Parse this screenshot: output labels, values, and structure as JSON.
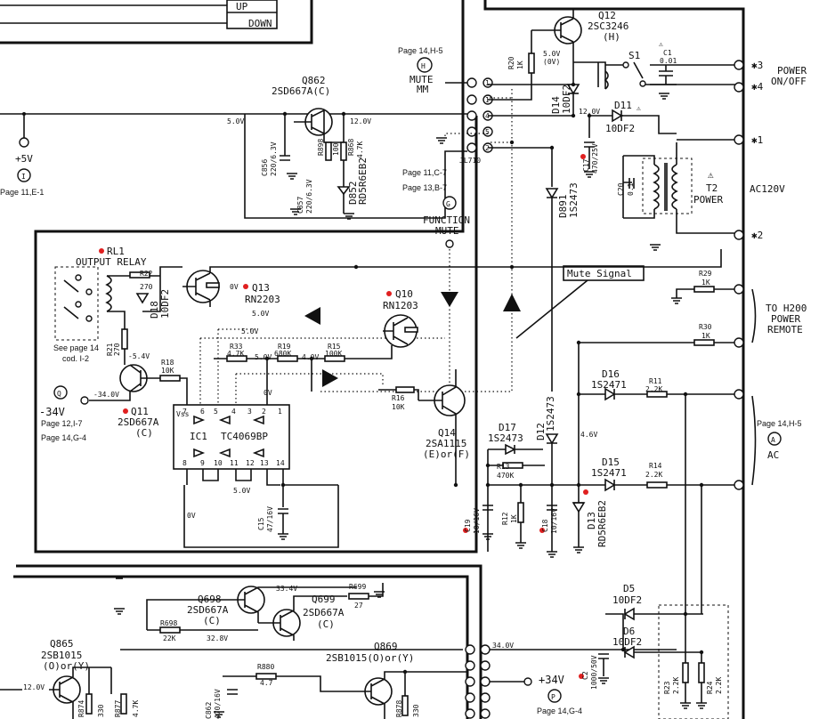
{
  "top_labels": {
    "up": "UP",
    "down": "DOWN"
  },
  "connectors": {
    "h": {
      "letter": "H",
      "page": "Page 14,H-5",
      "name": "MUTE\nMM"
    },
    "g": {
      "letter": "G",
      "ref1": "Page 11,C-7",
      "ref2": "Page 13,B-7",
      "jl": "JL710",
      "name": "FUNCTION\nMUTE"
    },
    "i": {
      "letter": "I",
      "voltage": "+5V",
      "page": "Page 11,E-1"
    },
    "q": {
      "letter": "Q",
      "voltage": "-34V",
      "page1": "Page 12,I-7",
      "page2": "Page 14,G-4"
    },
    "a": {
      "letter": "A",
      "page": "Page 14,H-5",
      "name": "AC"
    },
    "p": {
      "letter": "P",
      "voltage": "+34V",
      "page": "Page 14,G-4"
    }
  },
  "jack_pins": [
    "1",
    "1",
    "4",
    "5",
    "2"
  ],
  "parts": {
    "q862": {
      "ref": "Q862",
      "type": "2SD667A(C)"
    },
    "q12": {
      "ref": "Q12",
      "type": "2SC3246",
      "rank": "(H)"
    },
    "r20": {
      "ref": "R20",
      "value": "1K"
    },
    "d14": {
      "ref": "D14",
      "type": "10DF2"
    },
    "s1": {
      "ref": "S1"
    },
    "c1": {
      "ref": "C1",
      "value": "0.01"
    },
    "d11": {
      "ref": "D11",
      "type": "10DF2"
    },
    "c17": {
      "ref": "C17",
      "value": "470/25V"
    },
    "c20": {
      "ref": "C20",
      "value": "0.1"
    },
    "t2": {
      "ref": "T2",
      "name": "POWER"
    },
    "c856": {
      "ref": "C856",
      "value": "220/6.3V"
    },
    "c857": {
      "ref": "C857",
      "value": "220/6.3V"
    },
    "r898": {
      "ref": "R898",
      "value": "100"
    },
    "r868": {
      "ref": "R868",
      "value": "4.7K"
    },
    "d852": {
      "ref": "D852",
      "type": "RD5R6EB2"
    },
    "d891": {
      "ref": "D891",
      "type": "1S2473"
    },
    "rl1": {
      "ref": "RL1",
      "name": "OUTPUT RELAY",
      "note": "See page 14\ncod. I-2"
    },
    "r22": {
      "ref": "R22",
      "value": "270"
    },
    "r21": {
      "ref": "R21",
      "value": "270"
    },
    "d18": {
      "ref": "D18",
      "type": "10DF2"
    },
    "q13": {
      "ref": "Q13",
      "type": "RN2203"
    },
    "q10": {
      "ref": "Q10",
      "type": "RN1203"
    },
    "q11": {
      "ref": "Q11",
      "type": "2SD667A",
      "rank": "(C)"
    },
    "r18": {
      "ref": "R18",
      "value": "10K"
    },
    "r33": {
      "ref": "R33",
      "value": "4.7K"
    },
    "r19": {
      "ref": "R19",
      "value": "680K"
    },
    "r15": {
      "ref": "R15",
      "value": "100K"
    },
    "r16": {
      "ref": "R16",
      "value": "10K"
    },
    "ic1": {
      "ref": "IC1",
      "type": "TC4069BP",
      "vss": "Vss",
      "top_pins": [
        "7",
        "6",
        "5",
        "4",
        "3",
        "2",
        "1"
      ],
      "bottom_pins": [
        "8",
        "9",
        "10",
        "11",
        "12",
        "13",
        "14"
      ]
    },
    "q14": {
      "ref": "Q14",
      "type": "2SA1115",
      "rank": "(E)or(F)"
    },
    "d17": {
      "ref": "D17",
      "type": "1S2473"
    },
    "d12": {
      "ref": "D12",
      "type": "1S2473"
    },
    "r13": {
      "ref": "R13",
      "value": "470K"
    },
    "r12": {
      "ref": "R12",
      "value": "1K"
    },
    "c19": {
      "ref": "C19",
      "value": "10/16V"
    },
    "c18": {
      "ref": "C18",
      "value": "10/16V"
    },
    "c15": {
      "ref": "C15",
      "value": "47/16V"
    },
    "d13": {
      "ref": "D13",
      "type": "RD5R6EB2"
    },
    "d16": {
      "ref": "D16",
      "type": "1S2471"
    },
    "d15": {
      "ref": "D15",
      "type": "1S2471"
    },
    "r11": {
      "ref": "R11",
      "value": "2.2K"
    },
    "r14": {
      "ref": "R14",
      "value": "2.2K"
    },
    "r29": {
      "ref": "R29",
      "value": "1K"
    },
    "r30": {
      "ref": "R30",
      "value": "1K"
    },
    "q698": {
      "ref": "Q698",
      "type": "2SD667A",
      "rank": "(C)"
    },
    "q699": {
      "ref": "Q699",
      "type": "2SD667A",
      "rank": "(C)"
    },
    "r699": {
      "ref": "R699",
      "value": "27"
    },
    "r698": {
      "ref": "R698",
      "value": "22K"
    },
    "d5": {
      "ref": "D5",
      "type": "10DF2"
    },
    "d6": {
      "ref": "D6",
      "type": "10DF2"
    },
    "c2": {
      "ref": "C2",
      "value": "1000/50V"
    },
    "r23": {
      "ref": "R23",
      "value": "2.2K"
    },
    "r24": {
      "ref": "R24",
      "value": "2.2K"
    },
    "q865": {
      "ref": "Q865",
      "type": "2SB1015",
      "rank": "(O)or(Y)"
    },
    "r874": {
      "ref": "R874",
      "value": "330"
    },
    "r877": {
      "ref": "R877",
      "value": "4.7K"
    },
    "q869": {
      "ref": "Q869",
      "type": "2SB1015(O)or(Y)"
    },
    "r880": {
      "ref": "R880",
      "value": "4.7"
    },
    "c862": {
      "ref": "C862",
      "value": "470/16V"
    },
    "r878": {
      "ref": "R878",
      "value": "330"
    }
  },
  "voltages": {
    "v_5v0_0v": "5.0V\n(0V)",
    "v_12v": "12.0V",
    "v_5v_q862": "5.0V",
    "v_12v_q862": "12.0V",
    "v_0v_q13": "0V",
    "v_5v_a": "5.0V",
    "v_5v_b": "5.0V",
    "v_m54": "-5.4V",
    "v_m34": "-34.0V",
    "v_5v_ic": "5.0V",
    "v_4v": "4.0V",
    "v_0v_ic": "0V",
    "v_5v_ic_bot": "5.0V",
    "v_0v_left": "0V",
    "v_46": "4.6V",
    "v_334": "33.4V",
    "v_328": "32.8V",
    "v_340": "34.0V",
    "v_12v_bot": "12.0V"
  },
  "terminals": {
    "t3": "3",
    "t4": "4",
    "t1": "1",
    "t2": "2",
    "power_label": "POWER\nON/OFF",
    "ac120": "AC120V",
    "to_h200": "TO H200\nPOWER\nREMOTE",
    "mute_signal": "Mute Signal"
  },
  "warning_symbol": "⚠"
}
